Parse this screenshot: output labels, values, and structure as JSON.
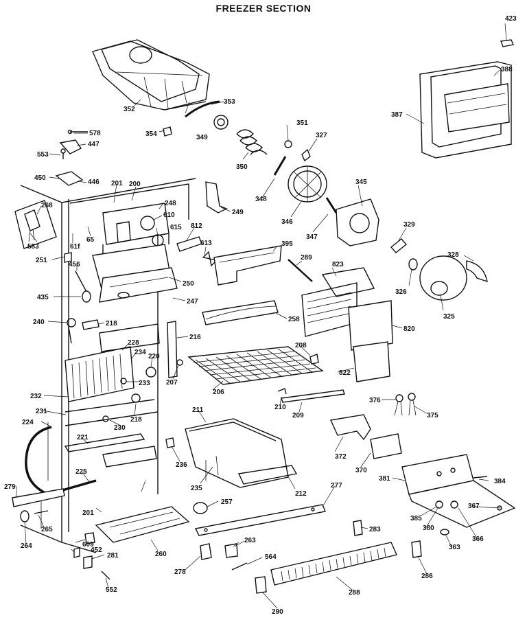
{
  "title": "FREEZER SECTION",
  "callouts": [
    "423",
    "388",
    "387",
    "352",
    "353",
    "349",
    "354",
    "578",
    "447",
    "553",
    "351",
    "327",
    "350",
    "450",
    "446",
    "201",
    "200",
    "348",
    "345",
    "248",
    "249",
    "268",
    "610",
    "615",
    "812",
    "346",
    "347",
    "329",
    "61f",
    "65",
    "583",
    "613",
    "395",
    "251",
    "289",
    "823",
    "328",
    "456",
    "250",
    "326",
    "435",
    "247",
    "325",
    "240",
    "218",
    "258",
    "216",
    "820",
    "228",
    "234",
    "220",
    "208",
    "233",
    "207",
    "206",
    "822",
    "232",
    "218",
    "210",
    "209",
    "376",
    "375",
    "231",
    "230",
    "224",
    "211",
    "372",
    "221",
    "236",
    "370",
    "225",
    "235",
    "212",
    "277",
    "381",
    "384",
    "279",
    "201",
    "257",
    "385",
    "367",
    "265",
    "283",
    "380",
    "363",
    "264",
    "609",
    "452",
    "260",
    "564",
    "263",
    "366",
    "281",
    "552",
    "278",
    "288",
    "290",
    "286"
  ]
}
